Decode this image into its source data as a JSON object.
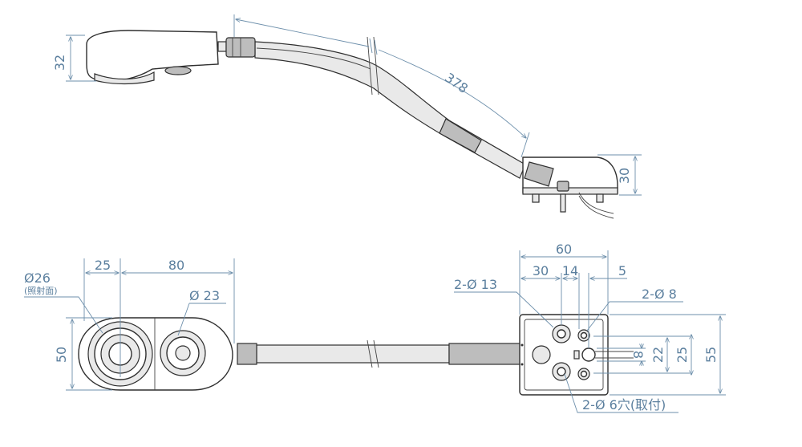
{
  "side_view": {
    "head_height": "32",
    "arm_length": "378",
    "base_height": "30"
  },
  "top_view": {
    "lens_diameter": "Ø26",
    "lens_note": "(照射面)",
    "lens_offset": "25",
    "head_length": "80",
    "sensor_diameter": "Ø 23",
    "head_width": "50"
  },
  "base_view": {
    "width": "60",
    "offset_30": "30",
    "offset_14": "14",
    "offset_5": "5",
    "hole_13": "2-Ø 13",
    "hole_8": "2-Ø 8",
    "cable_8": "8",
    "spacing_22": "22",
    "spacing_25": "25",
    "height_55": "55",
    "mount_holes": "2-Ø 6穴(取付)"
  }
}
